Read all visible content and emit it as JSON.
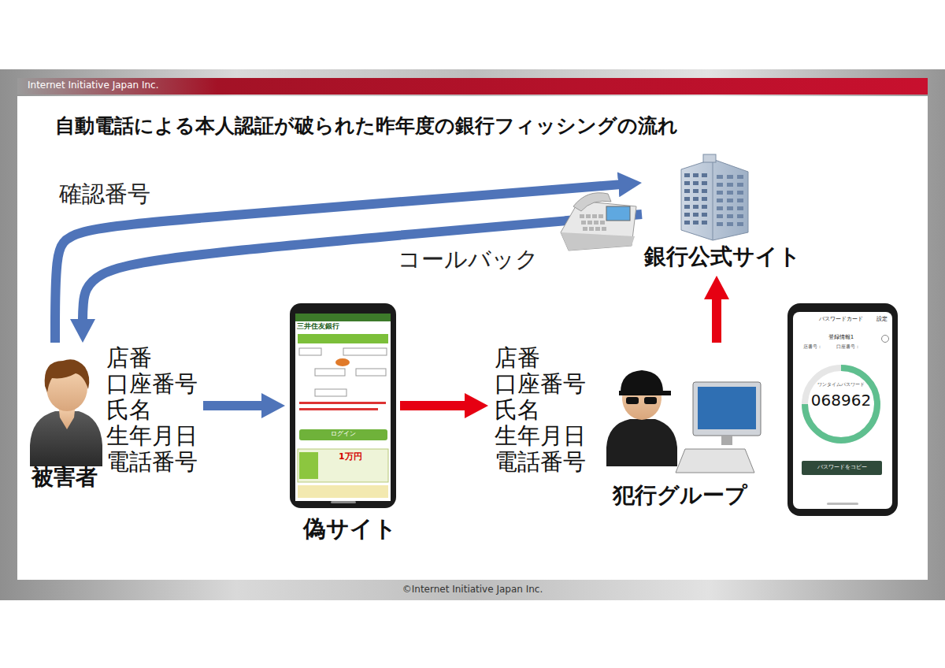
{
  "diagram": {
    "title": "自動電話による本人認証が破られた昨年度の銀行フィッシングの流れ",
    "nodes": [
      {
        "text": [
          "店番",
          "口座番号",
          "氏名",
          "生年月日",
          "電話番号",
          "被害者"
        ]
      },
      {
        "text": [
          "偽サイト"
        ]
      },
      {
        "text": [
          "店番",
          "口座番号",
          "氏名",
          "生年月日",
          "電話番号",
          "犯行グループ"
        ]
      },
      {
        "text": [
          "銀行公式サイト"
        ]
      }
    ],
    "edges": [
      {
        "from": 0,
        "to": 1,
        "arrow": "to"
      },
      {
        "from": 1,
        "to": 2,
        "arrow": "to"
      },
      {
        "from": 2,
        "to": 3,
        "arrow": "to"
      },
      {
        "from": 0,
        "to": 3,
        "label": "確認番号",
        "arrow": "to"
      },
      {
        "from": 3,
        "to": 0,
        "label": "コールバック",
        "arrow": "to"
      }
    ],
    "labels": [
      "Internet Initiative Japan Inc.",
      "三井住友銀行",
      "ログイン",
      "1万円",
      "パスワードカード",
      "設定",
      "登録情報1",
      "店番号：",
      "口座番号：",
      "ワンタイムパスワード",
      "068962",
      "パスワードをコピー",
      "©Internet Initiative Japan Inc."
    ]
  }
}
